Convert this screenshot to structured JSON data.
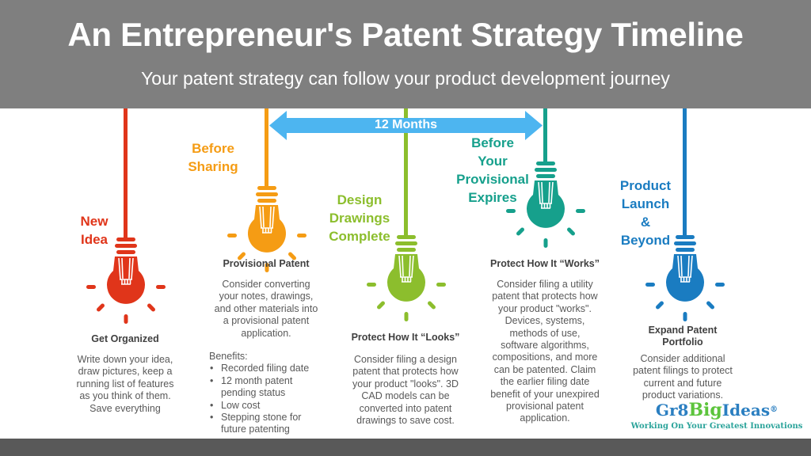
{
  "header": {
    "title": "An Entrepreneur's Patent Strategy Timeline",
    "subtitle": "Your patent strategy can follow your product development journey"
  },
  "timeline_arrow": {
    "label": "12 Months",
    "color": "#4db5f0"
  },
  "stages": [
    {
      "label_lines": [
        "New",
        "Idea"
      ],
      "color": "#e0351a",
      "icon": "lightbulb-icon",
      "heading": "Get Organized",
      "description_lines": [
        "Write down your idea,",
        "draw pictures, keep a",
        "running list of features",
        "as you think of them.",
        "Save everything"
      ]
    },
    {
      "label_lines": [
        "Before",
        "Sharing"
      ],
      "color": "#f59c14",
      "icon": "lightbulb-icon",
      "heading": "Provisional Patent",
      "description_lines": [
        "Consider converting",
        "your notes, drawings,",
        "and other materials into",
        "a provisional patent",
        "application."
      ],
      "benefits_title": "Benefits:",
      "benefits": [
        [
          "Recorded filing date"
        ],
        [
          "12 month patent",
          "pending status"
        ],
        [
          "Low cost"
        ],
        [
          "Stepping stone for",
          "future patenting"
        ]
      ]
    },
    {
      "label_lines": [
        "Design",
        "Drawings",
        "Complete"
      ],
      "color": "#8cbe2d",
      "icon": "lightbulb-icon",
      "heading": "Protect How It “Looks”",
      "description_lines": [
        "Consider filing a design",
        "patent that protects how",
        "your product \"looks\". 3D",
        "CAD models can be",
        "converted into patent",
        "drawings to save cost."
      ]
    },
    {
      "label_lines": [
        "Before",
        "Your",
        "Provisional",
        "Expires"
      ],
      "color": "#16a08c",
      "icon": "lightbulb-icon",
      "heading": "Protect How It “Works”",
      "description_lines": [
        "Consider filing a utility",
        "patent that protects how",
        "your product \"works\".",
        "Devices, systems,",
        "methods of use,",
        "software algorithms,",
        "compositions, and more",
        "can be patented. Claim",
        "the earlier filing date",
        "benefit of your unexpired",
        "provisional patent",
        "application."
      ]
    },
    {
      "label_lines": [
        "Product",
        "Launch",
        "&",
        "Beyond"
      ],
      "color": "#1a7cc1",
      "icon": "lightbulb-icon",
      "heading_lines": [
        "Expand Patent",
        "Portfolio"
      ],
      "description_lines": [
        "Consider additional",
        "patent filings to protect",
        "current and future",
        "product variations."
      ]
    }
  ],
  "logo": {
    "part1": "Gr8",
    "part2": "Big",
    "part3": "Ideas",
    "registered": "®",
    "tagline": "Working On Your Greatest Innovations"
  }
}
